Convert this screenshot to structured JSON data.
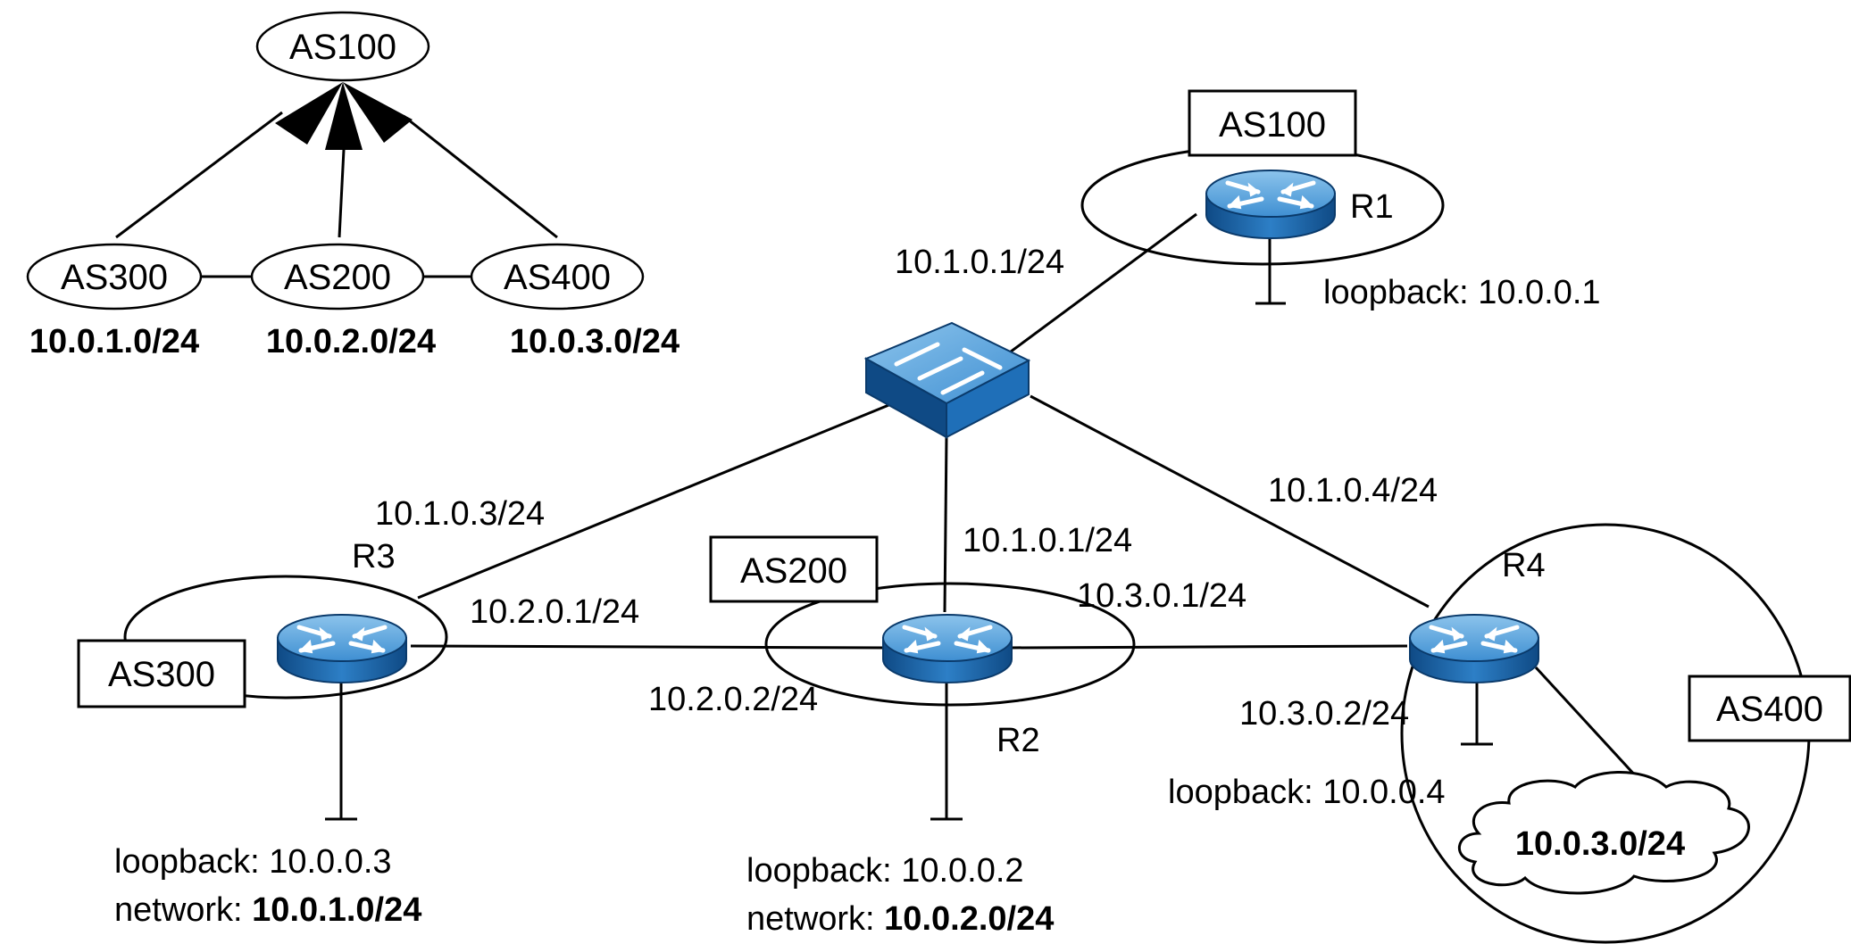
{
  "legend": {
    "top_as": "AS100",
    "ases": [
      {
        "name": "AS300",
        "prefix": "10.0.1.0/24"
      },
      {
        "name": "AS200",
        "prefix": "10.0.2.0/24"
      },
      {
        "name": "AS400",
        "prefix": "10.0.3.0/24"
      }
    ]
  },
  "as_boxes": {
    "as100": "AS100",
    "as200": "AS200",
    "as300": "AS300",
    "as400": "AS400"
  },
  "routers": {
    "r1": {
      "name": "R1",
      "loopback": "loopback: 10.0.0.1"
    },
    "r2": {
      "name": "R2",
      "loopback": "loopback: 10.0.0.2",
      "network_label": "network: ",
      "network": "10.0.2.0/24"
    },
    "r3": {
      "name": "R3",
      "loopback": "loopback: 10.0.0.3",
      "network_label": "network: ",
      "network": "10.0.1.0/24"
    },
    "r4": {
      "name": "R4",
      "loopback": "loopback: 10.0.0.4"
    }
  },
  "links": {
    "r1_switch": "10.1.0.1/24",
    "r3_switch": "10.1.0.3/24",
    "r2_switch": "10.1.0.1/24",
    "r4_switch": "10.1.0.4/24",
    "r3_r2_r3side": "10.2.0.1/24",
    "r3_r2_r2side": "10.2.0.2/24",
    "r2_r4_r2side": "10.3.0.1/24",
    "r2_r4_r4side": "10.3.0.2/24"
  },
  "cloud": {
    "prefix": "10.0.3.0/24"
  },
  "colors": {
    "device_top": "#6aaee0",
    "device_body": "#1f6fb8",
    "device_dark": "#0f4a85",
    "line": "#000000"
  }
}
